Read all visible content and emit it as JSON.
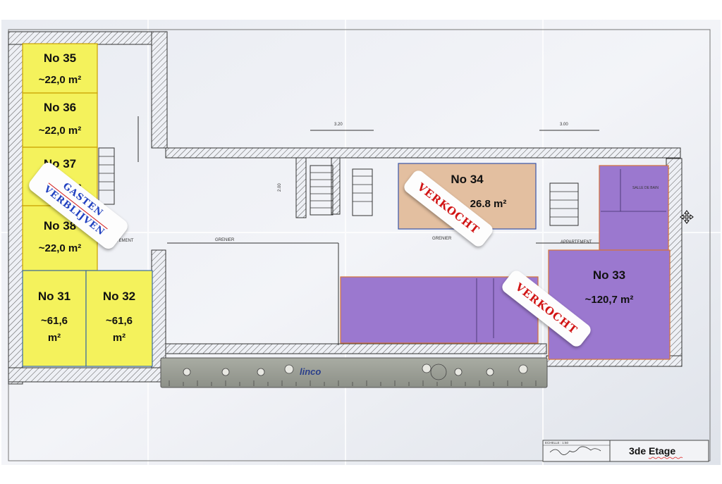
{
  "rooms": [
    {
      "number": "No 35",
      "area": "~22,0 m²"
    },
    {
      "number": "No 36",
      "area": "~22,0 m²"
    },
    {
      "number": "No 37",
      "area": "~22,0 m²"
    },
    {
      "number": "No 38",
      "area": "~22,0 m²"
    },
    {
      "number": "No 31",
      "area_line1": "~61,6",
      "area_line2": "m²"
    },
    {
      "number": "No 32",
      "area_line1": "~61,6",
      "area_line2": "m²"
    },
    {
      "number": "No 34",
      "area": "26.8 m²"
    },
    {
      "number": "No 33",
      "area": "~120,7 m²"
    }
  ],
  "stamps": {
    "guest": {
      "line1": "GASTEN",
      "line2": "VERBLIJVEN"
    },
    "sold_1": "VERKOCHT",
    "sold_2": "VERKOCHT"
  },
  "plan_labels": {
    "grenier_left": "GRENIER",
    "grenier_center": "GRENIER",
    "appartement_left": "APPARTEMENT",
    "appartement_right": "APPARTEMENT",
    "salle_de_bain": "SALLE DE BAIN",
    "dim_top_center": "3.20",
    "dim_top_right": "3.00",
    "dim_side": "2.00",
    "ruler_brand": "linco",
    "echelle": "ECHELLE : 1:50"
  },
  "title_block": {
    "floor": "3de Etage"
  },
  "colors": {
    "yellow": "#f4f25c",
    "purple": "#9b78cf",
    "peach": "#e3bfa0",
    "stamp_red": "#d11414",
    "stamp_blue": "#2040c0"
  }
}
